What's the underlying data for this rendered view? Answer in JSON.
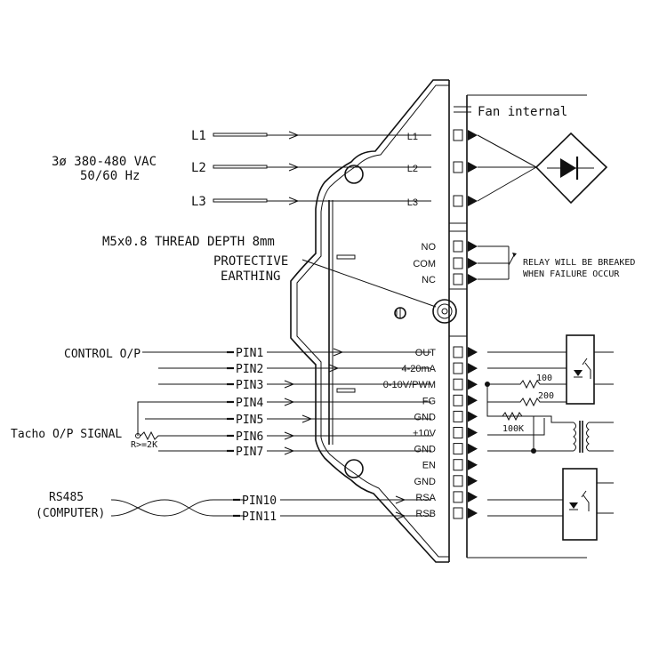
{
  "supply": {
    "phase_label": "3ø 380-480 VAC",
    "freq_label": "50/60 Hz",
    "lines": [
      "L1",
      "L2",
      "L3"
    ]
  },
  "earthing": {
    "thread_label": "M5x0.8 THREAD DEPTH 8mm",
    "protective_label": "PROTECTIVE",
    "earthing_label": "EARTHING"
  },
  "power_terminals": [
    "L1",
    "L2",
    "L3"
  ],
  "relay": {
    "terminals": [
      "NO",
      "COM",
      "NC"
    ],
    "note_line1": "RELAY WILL BE BREAKED",
    "note_line2": "WHEN FAILURE OCCUR"
  },
  "fan_label": "Fan internal",
  "control": {
    "control_label": "CONTROL O/P",
    "tacho_label": "Tacho O/P SIGNAL",
    "resistor_label": "R>=2K",
    "rs485_label": "RS485",
    "computer_label": "(COMPUTER)",
    "pins": [
      "PIN1",
      "PIN2",
      "PIN3",
      "PIN4",
      "PIN5",
      "PIN6",
      "PIN7"
    ],
    "rs_pins": [
      "PIN10",
      "PIN11"
    ]
  },
  "signal_terminals": [
    "OUT",
    "4-20mA",
    "0-10V/PWM",
    "FG",
    "GND",
    "+10V",
    "GND",
    "EN",
    "GND",
    "RSA",
    "RSB"
  ],
  "resistors": {
    "r100": "100",
    "r200": "200",
    "r100k": "100K"
  }
}
